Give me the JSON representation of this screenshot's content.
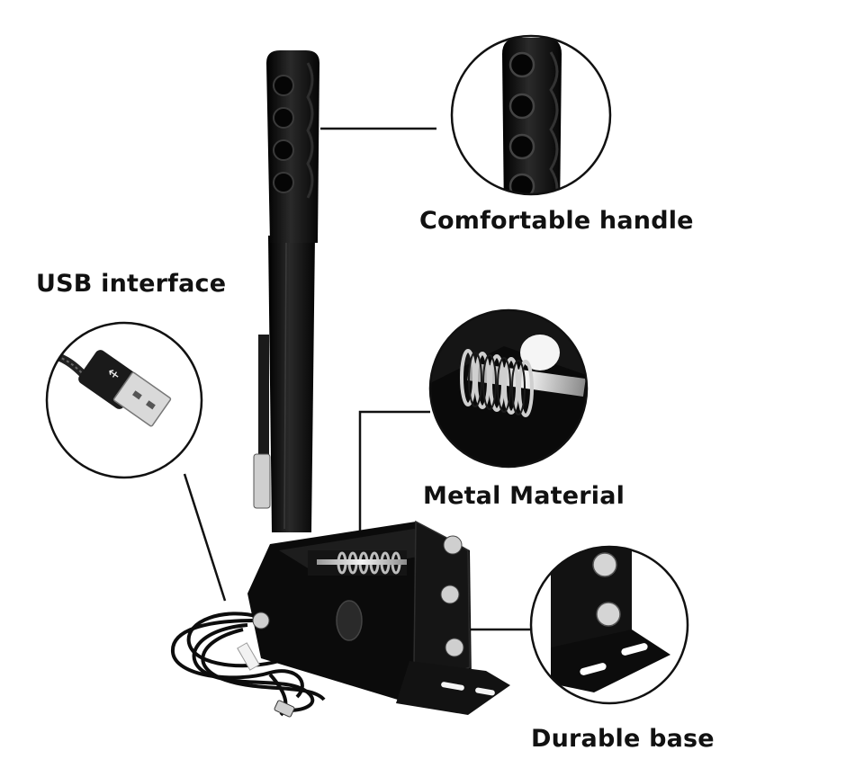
{
  "callouts": {
    "handle": "Comfortable handle",
    "usb": "USB interface",
    "metal": "Metal Material",
    "base": "Durable base"
  },
  "icons": [
    "usb-icon"
  ],
  "colors": {
    "background": "#ffffff",
    "product": "#111111",
    "label": "#111111",
    "spring_steel": "#c8c8c8"
  }
}
